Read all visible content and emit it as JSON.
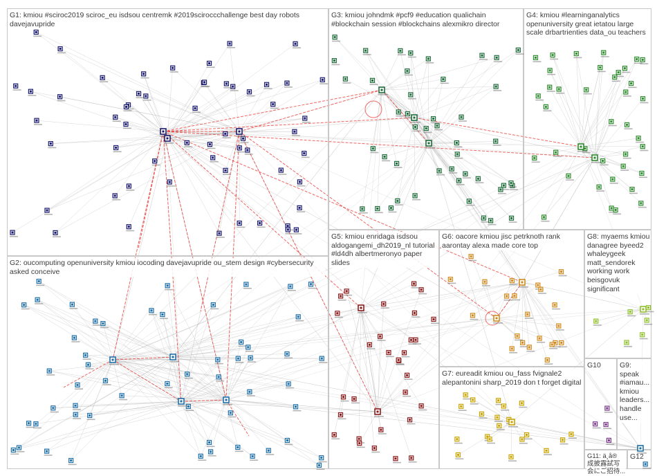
{
  "graph": {
    "title": "",
    "panels": [
      {
        "id": "g1",
        "label": "G1: kmiou #sciroc2019 sciroc_eu isdsou centremk #2019sciroccchallenge best day robots davejavupride",
        "color": "#1a1a6e"
      },
      {
        "id": "g2",
        "label": "G2: oucomputing openuniversity kmiou iocoding davejavupride ou_stem design #cybersecurity asked conceive",
        "color": "#1f6fa8"
      },
      {
        "id": "g3",
        "label": "G3: kmiou johndmk #pcf9 #education qualichain #blockchain session #blockchains alexmikro director",
        "color": "#1e6b3a"
      },
      {
        "id": "g4",
        "label": "G4: kmiou #learninganalytics openuniversity great ietatou large scale drbartrienties data_ou teachers",
        "color": "#2e8b2e"
      },
      {
        "id": "g5",
        "label": "G5: kmiou enridaga isdsou aldogangemi_dh2019_nl tutorial #ld4dh albertmeronyo paper slides",
        "color": "#8b1a1a"
      },
      {
        "id": "g6",
        "label": "G6: oacore kmiou jisc petrknoth rank aarontay alexa made core top",
        "color": "#d08a1c"
      },
      {
        "id": "g7",
        "label": "G7: eureadit kmiou ou_fass fvignale2 alepantonini sharp_2019 don t forget digital",
        "color": "#c9a400"
      },
      {
        "id": "g8",
        "label": "G8: myaems kmiou danagree byeed2 whaleygeek matt_sendorek working work beisgovuk significant",
        "color": "#8fbf2a"
      },
      {
        "id": "g9",
        "label": "G9: speak #iamau... kmiou leaders... handle use...",
        "color": "#7a3a8a"
      },
      {
        "id": "g10",
        "label": "G10",
        "color": "#7a3a8a"
      },
      {
        "id": "g11",
        "label": "G11: ä¸å®\n成披露試写\n会にご招待...",
        "color": "#555555"
      },
      {
        "id": "g12",
        "label": "G12",
        "color": "#1f6fa8"
      }
    ],
    "colors": {
      "edge": "#b4b4b4",
      "highlight_edge": "#e8322c",
      "panel_border": "#c8c8c8",
      "node_fill": "#ffffff"
    }
  }
}
